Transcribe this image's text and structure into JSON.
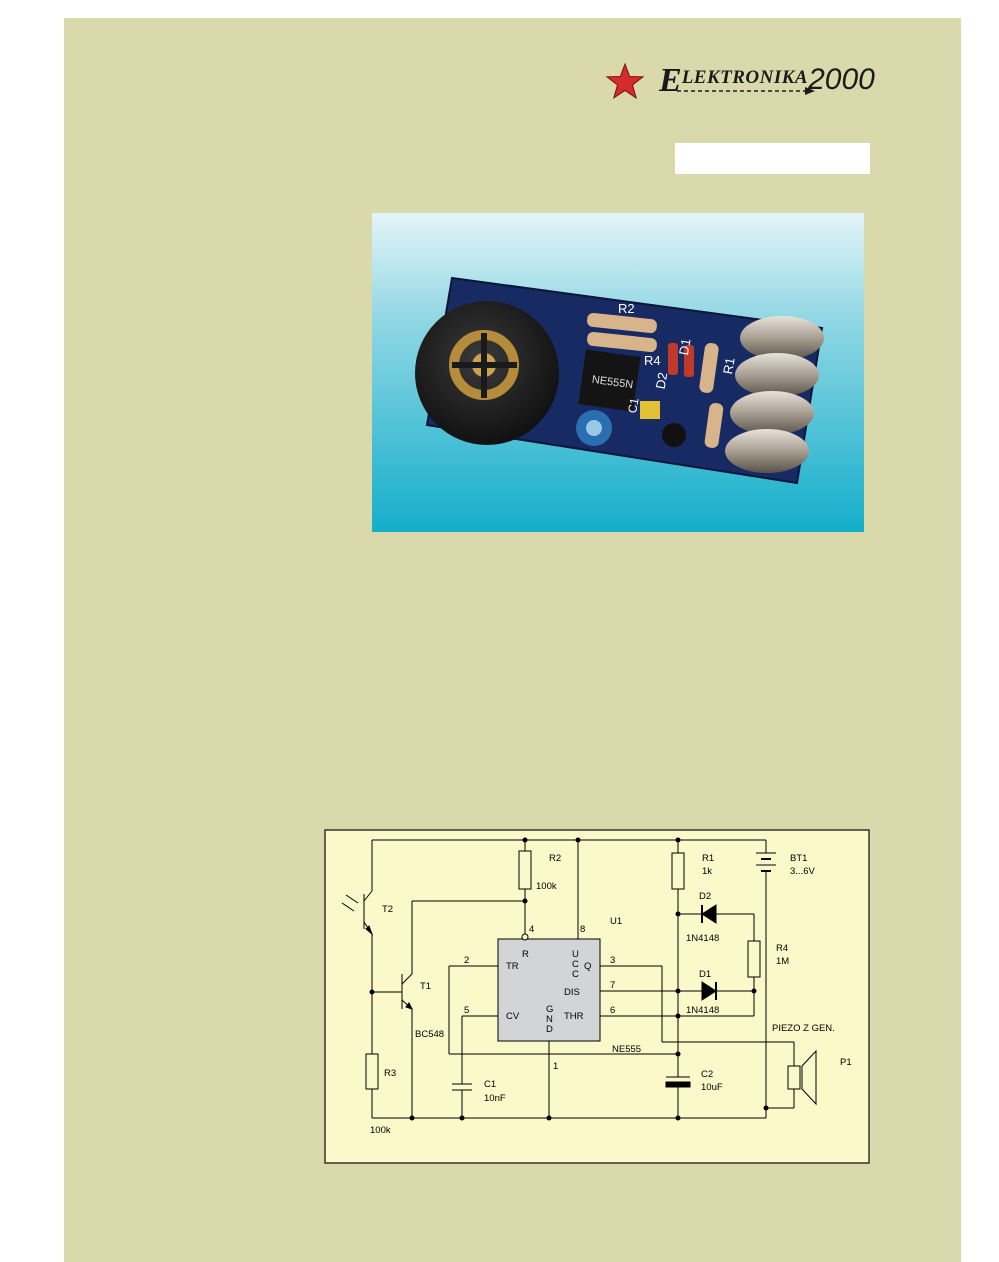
{
  "logo": {
    "initial": "E",
    "rest": "LEKTRONIKA",
    "year": "2000",
    "star_color": "#d62b2b"
  },
  "photo": {
    "board_labels": [
      "R2",
      "R4",
      "D2",
      "D1",
      "R1",
      "C1",
      "NE555N"
    ]
  },
  "schematic": {
    "colors": {
      "background": "#fbf8c9",
      "ic_fill": "#d3d4d6",
      "wire": "#000000"
    },
    "components": {
      "R2": {
        "ref": "R2",
        "value": "100k"
      },
      "R1": {
        "ref": "R1",
        "value": "1k"
      },
      "BT1": {
        "ref": "BT1",
        "value": "3...6V"
      },
      "D2": {
        "ref": "D2",
        "value": "1N4148"
      },
      "D1": {
        "ref": "D1",
        "value": "1N4148"
      },
      "R4": {
        "ref": "R4",
        "value": "1M"
      },
      "U1": {
        "ref": "U1",
        "value": "NE555"
      },
      "T2": {
        "ref": "T2"
      },
      "T1": {
        "ref": "T1",
        "value": "BC548"
      },
      "R3": {
        "ref": "R3",
        "value": "100k"
      },
      "C1": {
        "ref": "C1",
        "value": "10nF"
      },
      "C2": {
        "ref": "C2",
        "value": "10uF"
      },
      "P1": {
        "ref": "P1",
        "value": "PIEZO Z GEN."
      }
    },
    "ic_pins": {
      "p4": "4",
      "p8": "8",
      "p2": "2",
      "p3": "3",
      "p7": "7",
      "p5": "5",
      "p6": "6",
      "p1": "1",
      "R": "R",
      "TR": "TR",
      "Q": "Q",
      "DIS": "DIS",
      "CV": "CV",
      "THR": "THR",
      "U": "U",
      "C1": "C",
      "C2": "C",
      "G": "G",
      "N": "N",
      "D": "D"
    }
  }
}
